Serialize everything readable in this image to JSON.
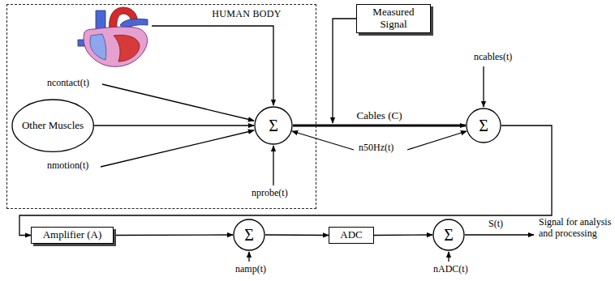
{
  "diagram": {
    "nodes": [
      {
        "text": [
          "HUMAN BODY"
        ]
      },
      {
        "text": [
          "Other Muscles"
        ],
        "in": 0
      },
      {
        "text": [
          "Σ"
        ],
        "in": 0
      },
      {
        "text": [
          "Measured Signal"
        ]
      },
      {
        "text": [
          "Σ"
        ]
      },
      {
        "text": [
          "Amplifier (A)"
        ]
      },
      {
        "text": [
          "Σ"
        ]
      },
      {
        "text": [
          "ADC"
        ]
      },
      {
        "text": [
          "Σ"
        ]
      }
    ],
    "edges": [
      {
        "from": 1,
        "to": 2,
        "arrow": "to"
      },
      {
        "from": 2,
        "to": 4,
        "label": "Cables (C)",
        "arrow": "to"
      },
      {
        "from": 4,
        "to": 5,
        "arrow": "to"
      },
      {
        "from": 5,
        "to": 6,
        "arrow": "to"
      },
      {
        "from": 6,
        "to": 7,
        "arrow": "to"
      },
      {
        "from": 7,
        "to": 8,
        "arrow": "to"
      }
    ],
    "labels": [
      "ncables(t)",
      "ncontact(t)",
      "n50Hz(t)",
      "nmotion(t)",
      "nprobe(t)",
      "S(t)",
      "Signal for analysis and processing",
      "namp(t)",
      "nADC(t)"
    ]
  }
}
